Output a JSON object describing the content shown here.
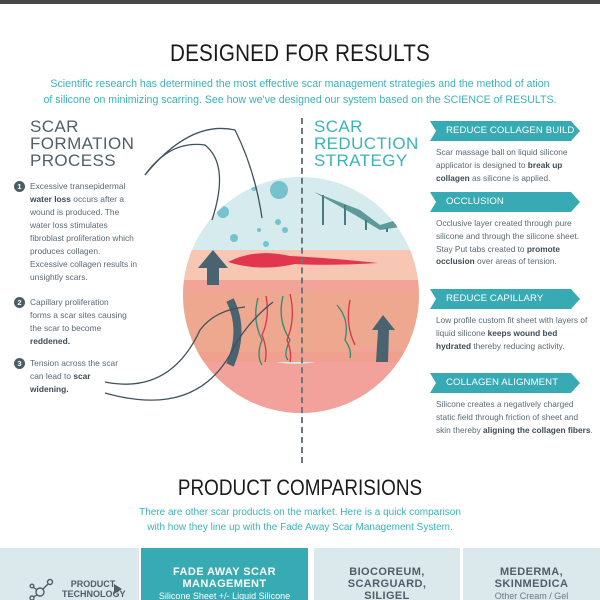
{
  "header": {
    "title": "DESIGNED FOR RESULTS",
    "intro_line1": "Scientific research has determined the most effective scar management strategies and the method of ation",
    "intro_line2": "of silicone on minimizing scarring. See how we've designed our system based on the SCIENCE of RESULTS."
  },
  "formation": {
    "title_lines": [
      "SCAR",
      "FORMATION",
      "PROCESS"
    ],
    "steps": [
      {
        "number": "1",
        "parts": [
          "Excessive transepidermal ",
          "water loss",
          " occurs after a wound is produced. The water loss stimulates fibroblast proliferation which produces collagen. Excessive collagen results in unsightly scars."
        ]
      },
      {
        "number": "2",
        "parts": [
          "Capillary proliferation forms a scar sites causing the scar to become ",
          "reddened."
        ]
      },
      {
        "number": "3",
        "parts": [
          "Tension across the scar can lead to ",
          "scar widening."
        ]
      }
    ]
  },
  "reduction": {
    "title_lines": [
      "SCAR",
      "REDUCTION",
      "STRATEGY"
    ],
    "items": [
      {
        "label": "REDUCE COLLAGEN BUILD UP",
        "parts": [
          "Scar massage ball on liquid silicone applicator is designed to ",
          "break up collagen",
          " as silicone is applied."
        ]
      },
      {
        "label": "OCCLUSION",
        "parts": [
          "Occlusive layer created through pure silicone and through the silicone sheet. Stay Put tabs created to ",
          "promote occlusion",
          " over areas of tension."
        ]
      },
      {
        "label": "REDUCE CAPILLARY ACTIVITY",
        "parts": [
          "Low profile custom fit sheet with layers of liquid silicone ",
          "keeps wound bed hydrated",
          " thereby reducing activity."
        ]
      },
      {
        "label": "COLLAGEN ALIGNMENT",
        "parts": [
          "Silicone creates a negatively charged static field through friction of sheet and skin thereby ",
          "aligning the collagen fibers",
          "."
        ]
      }
    ]
  },
  "comparison": {
    "title": "PRODUCT COMPARISIONS",
    "intro_line1": "There are other scar products on the market. Here is a quick comparison",
    "intro_line2": "with how they line up with the Fade Away Scar Management System.",
    "row_label_lines": [
      "PRODUCT,",
      "TECHNOLOGY"
    ],
    "columns": [
      {
        "name_lines": [
          "FADE AWAY SCAR",
          "MANAGEMENT"
        ],
        "sub": "Silicone Sheet +/- Liquid Silicone"
      },
      {
        "name_lines": [
          "BIOCOREUM,",
          "SCARGUARD,",
          "SILIGEL"
        ],
        "sub": ""
      },
      {
        "name_lines": [
          "MEDERMA,",
          "SKINMEDICA"
        ],
        "sub": "Other Cream / Gel"
      }
    ]
  },
  "colors": {
    "accent": "#37aab3",
    "accent_text": "#3ab3b9",
    "dark_slate": "#4a5c66",
    "table_bg": "#dce9ec",
    "top_bar": "#474747"
  }
}
